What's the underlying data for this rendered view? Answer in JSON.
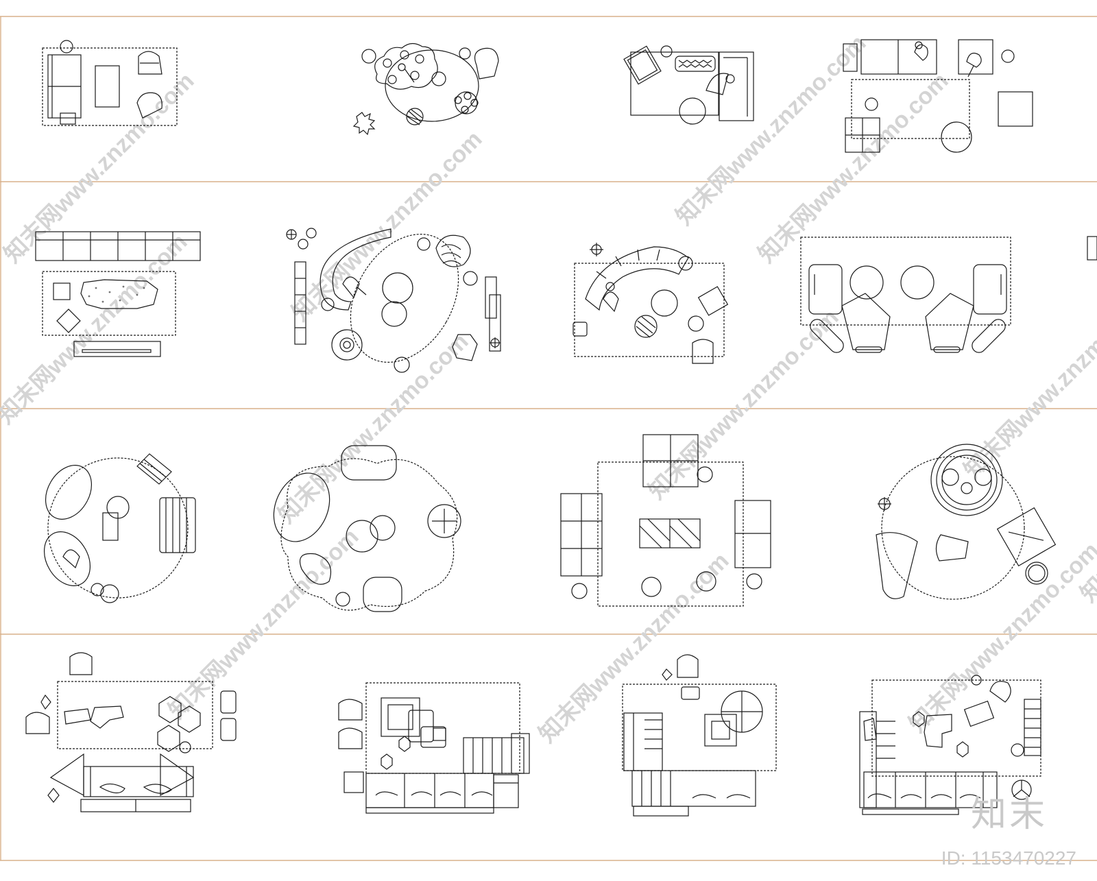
{
  "watermark": {
    "logo_text": "知末",
    "id_text": "ID: 1153470227",
    "site_text": "知末网www.znzmo.com"
  },
  "colors": {
    "divider": "#d8b08a",
    "line": "#1a1a1a",
    "watermark": "#c9c9c9"
  },
  "rows": [
    {
      "name": "row-1",
      "plans": [
        "sofa-rug-armchairs",
        "cluster-round-rug",
        "rug-chaise-lounge",
        "modular-sofa-square-rug"
      ]
    },
    {
      "name": "row-2",
      "plans": [
        "sectional-stone-rug",
        "curved-sofa-oval-rug",
        "curved-sofa-armchairs",
        "angled-sofa-round-tables"
      ]
    },
    {
      "name": "row-3",
      "plans": [
        "round-rug-poufs",
        "organic-rug-seating",
        "square-rug-modules",
        "round-rug-ornate-table"
      ]
    },
    {
      "name": "row-4",
      "plans": [
        "sofa-hex-tables",
        "sofa-chairs-rug",
        "l-sofa-round-table",
        "u-sofa-rug"
      ]
    }
  ]
}
